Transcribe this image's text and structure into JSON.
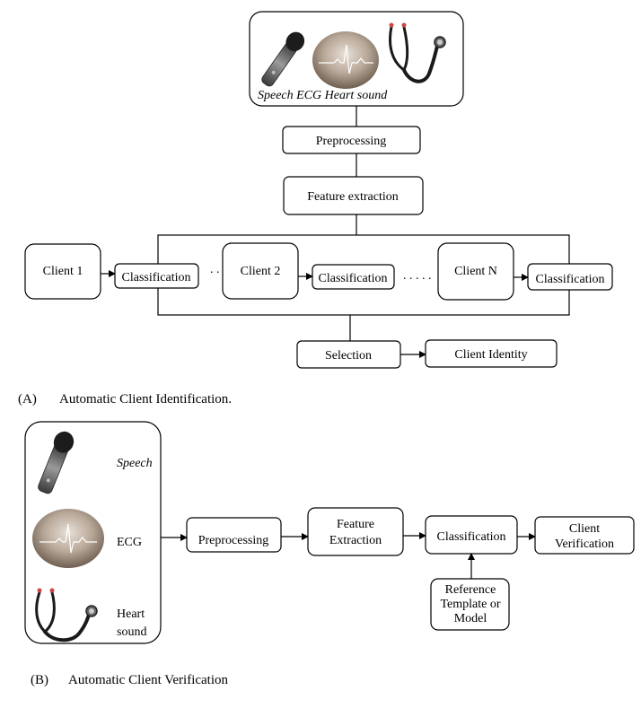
{
  "panel_a": {
    "input_label": "Speech ECG Heart sound",
    "preprocessing": "Preprocessing",
    "feature_extraction": "Feature extraction",
    "clients": [
      "Client 1",
      "Client 2",
      "Client N"
    ],
    "classification": "Classification",
    "dots_short": ". . .",
    "dots_long": ". . . . .",
    "selection": "Selection",
    "client_identity": "Client Identity",
    "caption_letter": "(A)",
    "caption_text": "Automatic Client Identification."
  },
  "panel_b": {
    "speech": "Speech",
    "ecg": "ECG",
    "heart": "Heart",
    "sound": "sound",
    "preprocessing": "Preprocessing",
    "feature_line1": "Feature",
    "feature_line2": "Extraction",
    "classification": "Classification",
    "verification_line1": "Client",
    "verification_line2": "Verification",
    "reference_line1": "Reference",
    "reference_line2": "Template or",
    "reference_line3": "Model",
    "caption_letter": "(B)",
    "caption_text": "Automatic Client Verification"
  },
  "icons": [
    "microphone-icon",
    "ecg-icon",
    "stethoscope-icon"
  ]
}
